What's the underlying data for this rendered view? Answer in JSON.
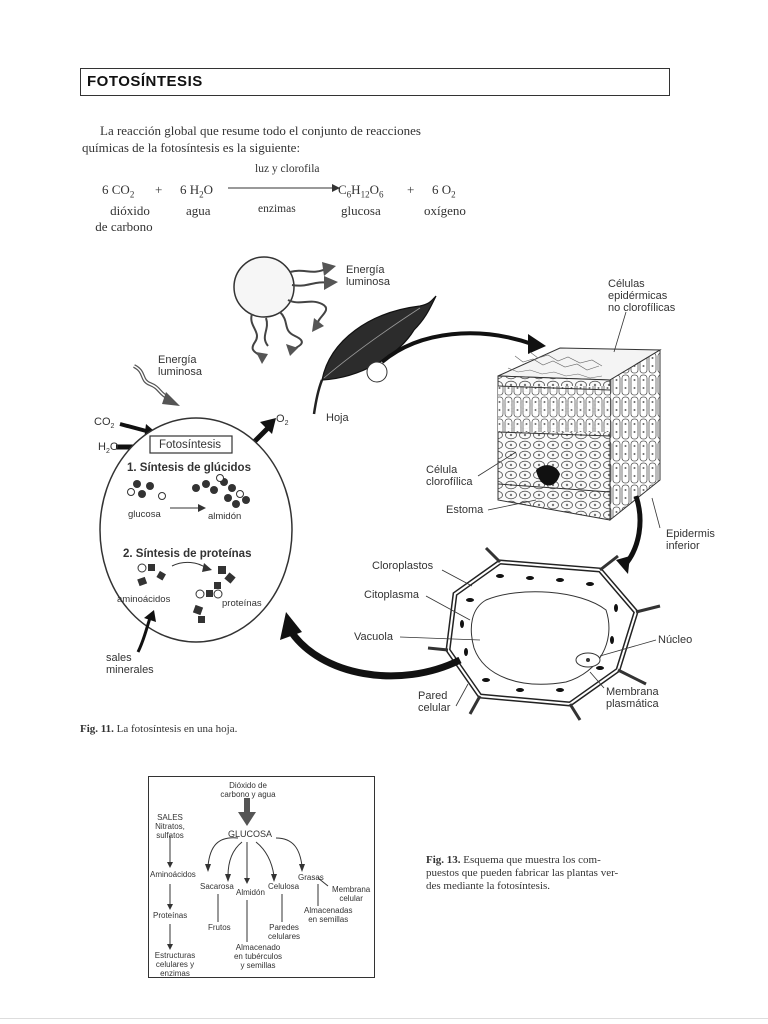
{
  "header": {
    "title": "FOTOSÍNTESIS"
  },
  "intro": {
    "line1": "La reacción global que resume todo el conjunto de reacciones",
    "line2": "químicas de la fotosíntesis es la siguiente:"
  },
  "equation": {
    "condition": "luz y clorofila",
    "catalyst": "enzimas",
    "reactant1": "6 CO",
    "reactant1_sub": "2",
    "plus": "+",
    "reactant2": "6 H",
    "reactant2_sub": "2",
    "reactant2_end": "O",
    "product1": "C",
    "product1_sub1": "6",
    "product1_mid": "H",
    "product1_sub2": "12",
    "product1_mid2": "O",
    "product1_sub3": "6",
    "product2": "6 O",
    "product2_sub": "2",
    "name1_line1": "dióxido",
    "name1_line2": "de carbono",
    "name2": "agua",
    "name3": "glucosa",
    "name4": "oxígeno"
  },
  "fig11": {
    "energia_luminosa_1_line1": "Energía",
    "energia_luminosa_1_line2": "luminosa",
    "energia_luminosa_2_line1": "Energía",
    "energia_luminosa_2_line2": "luminosa",
    "celulas_line1": "Células",
    "celulas_line2": "epidérmicas",
    "celulas_line3": "no clorofílicas",
    "co2": "CO",
    "co2_sub": "2",
    "h2o_a": "H",
    "h2o_sub": "2",
    "h2o_b": "O",
    "o2": "O",
    "o2_sub": "2",
    "hoja": "Hoja",
    "fotosintesis": "Fotosíntesis",
    "sintesis_glucidos": "1. Síntesis de glúcidos",
    "glucosa": "glucosa",
    "almidon": "almidón",
    "sintesis_proteinas": "2. Síntesis de proteínas",
    "aminoacidos": "aminoácidos",
    "proteinas": "proteínas",
    "sales_line1": "sales",
    "sales_line2": "minerales",
    "celula_line1": "Célula",
    "celula_line2": "clorofílica",
    "estoma": "Estoma",
    "epidermis_line1": "Epidermis",
    "epidermis_line2": "inferior",
    "cloroplastos": "Cloroplastos",
    "citoplasma": "Citoplasma",
    "vacuola": "Vacuola",
    "nucleo": "Núcleo",
    "pared_line1": "Pared",
    "pared_line2": "celular",
    "membrana_line1": "Membrana",
    "membrana_line2": "plasmática",
    "caption_num": "Fig. 11.",
    "caption_text": "La fotosíntesis en una hoja."
  },
  "fig13": {
    "dioxido_line1": "Dióxido de",
    "dioxido_line2": "carbono y agua",
    "sales_line1": "SALES",
    "sales_line2": "Nitratos,",
    "sales_line3": "sulfatos",
    "glucosa": "GLUCOSA",
    "aminoacidos": "Aminoácidos",
    "sacarosa": "Sacarosa",
    "almidon": "Almidón",
    "celulosa": "Celulosa",
    "grasas": "Grasas",
    "membrana_line1": "Membrana",
    "membrana_line2": "celular",
    "almacenadas_line1": "Almacenadas",
    "almacenadas_line2": "en semillas",
    "proteinas": "Proteínas",
    "frutos": "Frutos",
    "paredes_line1": "Paredes",
    "paredes_line2": "celulares",
    "almacenado_line1": "Almacenado",
    "almacenado_line2": "en tubérculos",
    "almacenado_line3": "y semillas",
    "estructuras_line1": "Estructuras",
    "estructuras_line2": "celulares y",
    "estructuras_line3": "enzimas",
    "caption_num": "Fig. 13.",
    "caption_line1": "Esquema que muestra los com-",
    "caption_line2": "puestos que pueden fabricar las plantas ver-",
    "caption_line3": "des mediante la fotosíntesis."
  }
}
